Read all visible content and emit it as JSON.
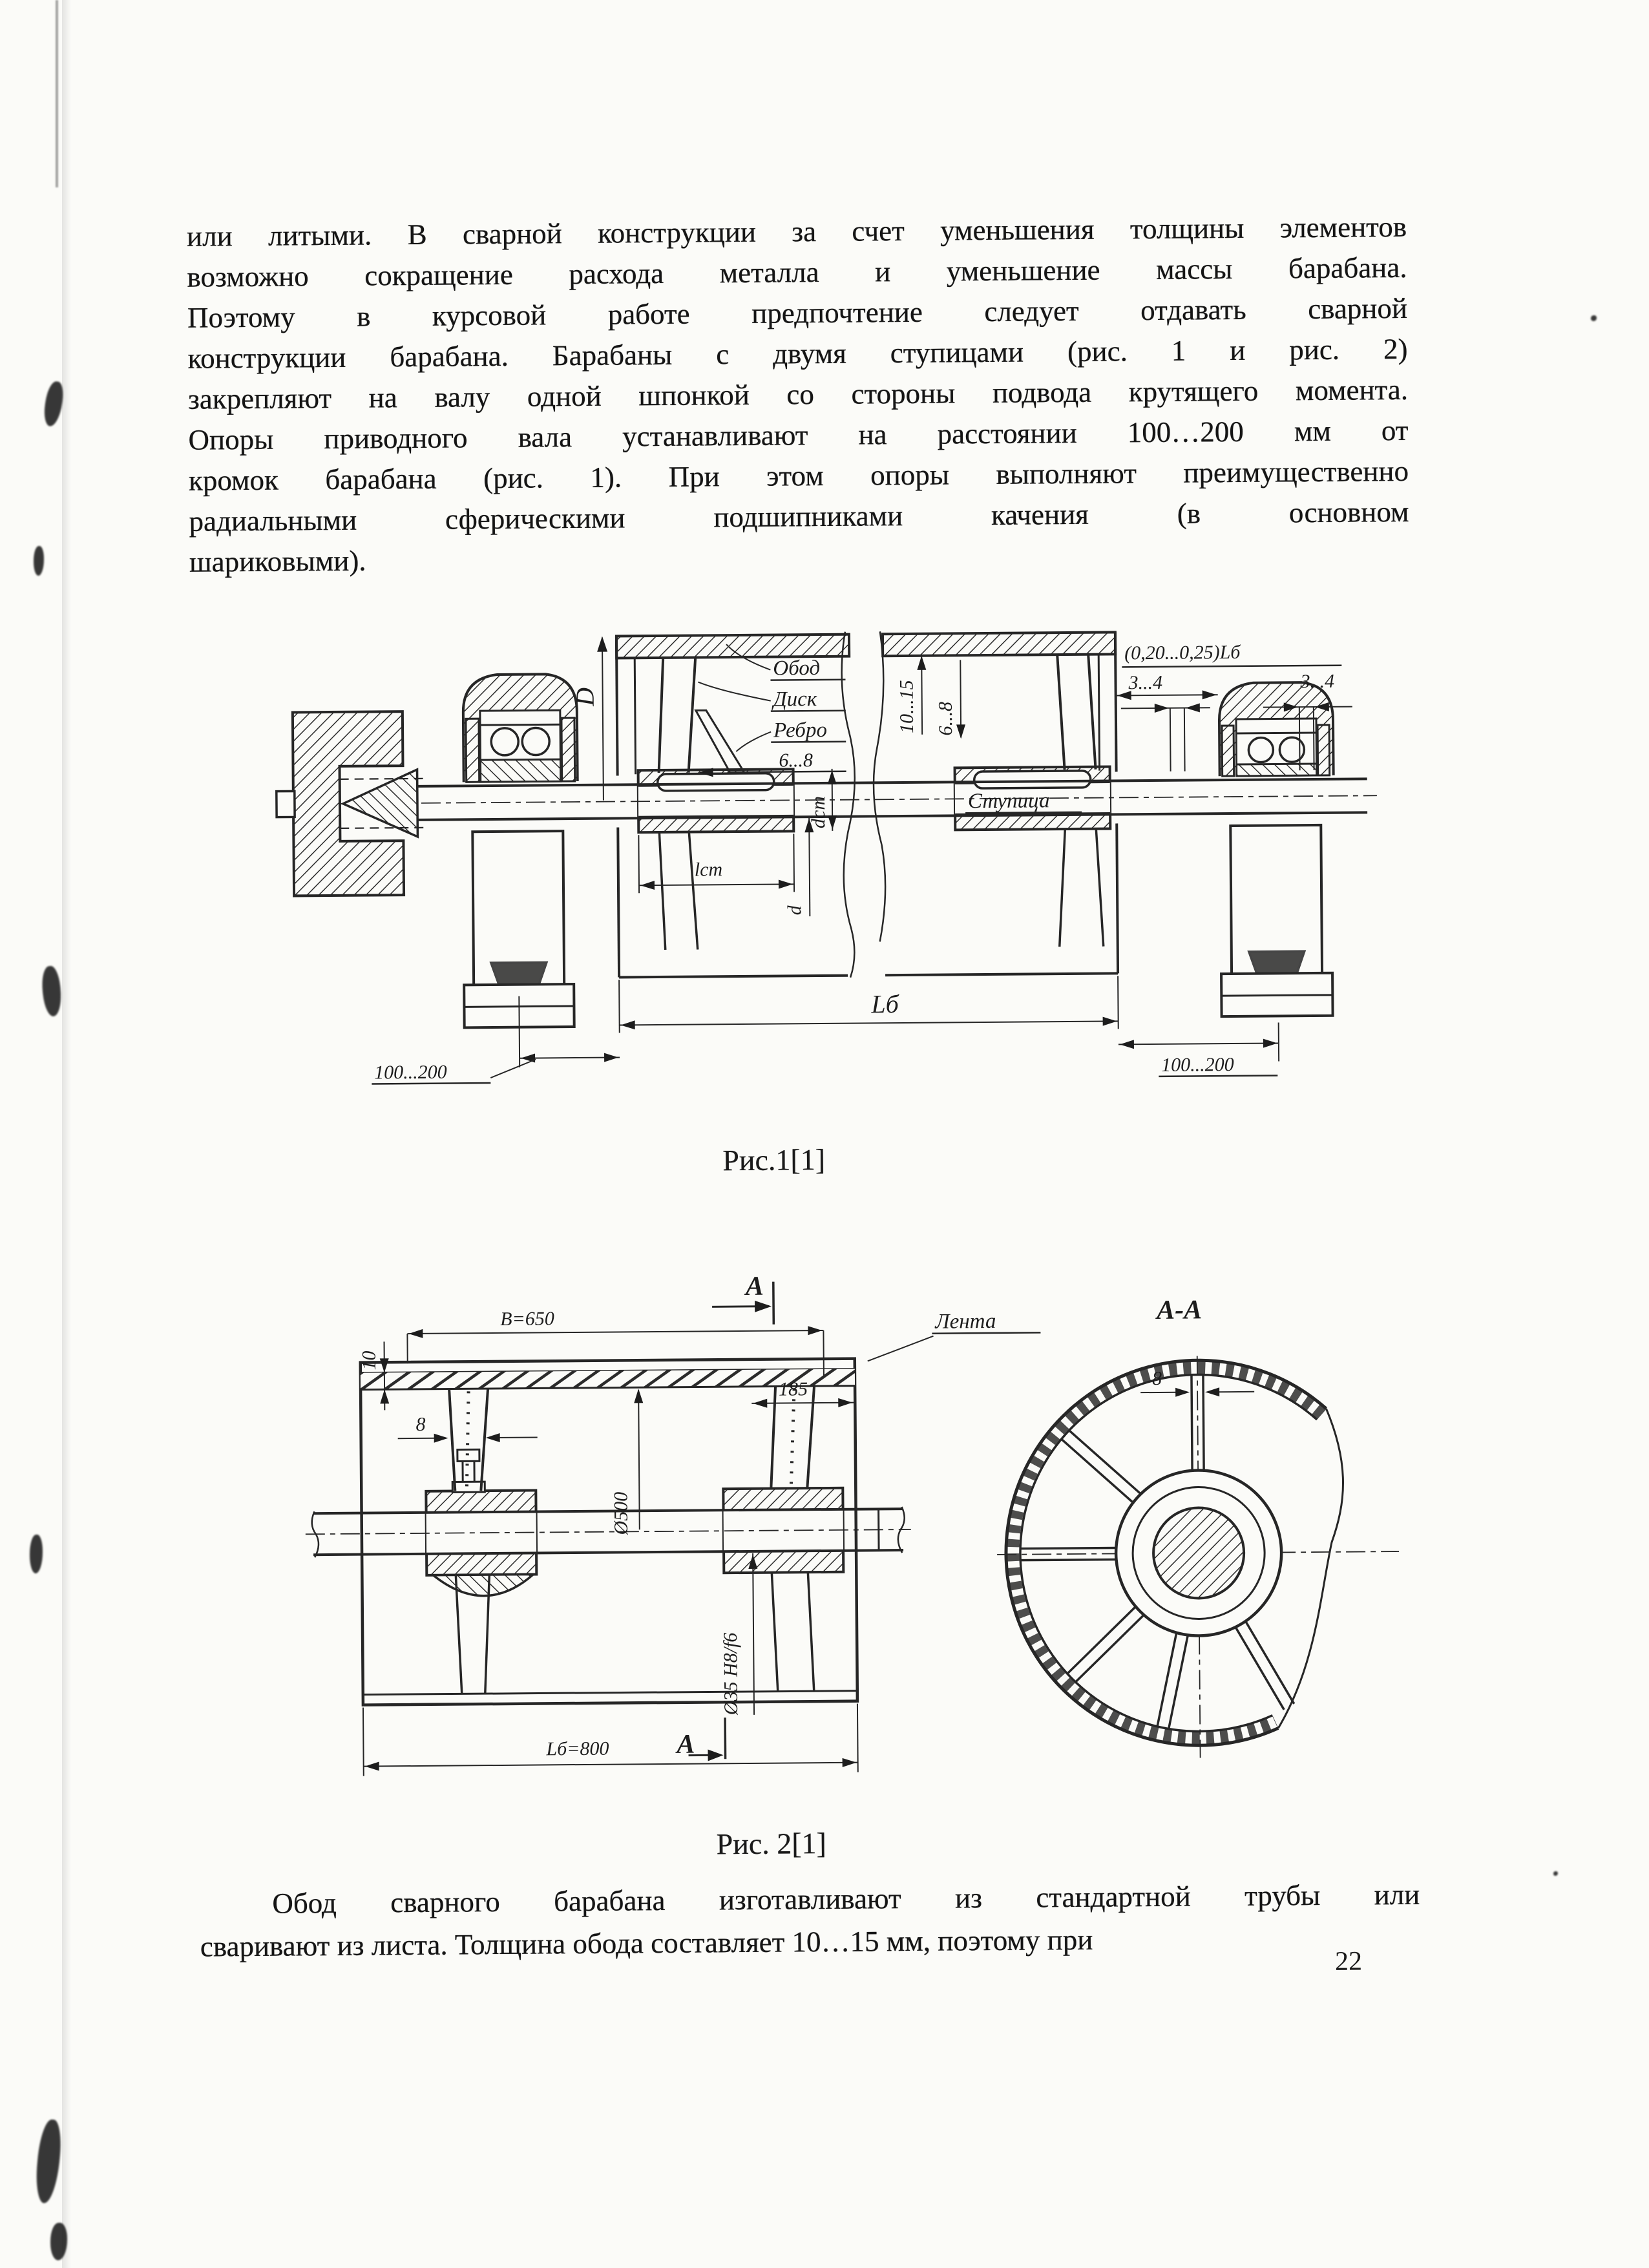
{
  "page": {
    "number": "22"
  },
  "paragraph_top": {
    "lines": [
      "или литыми. В сварной конструкции за счет уменьшения толщины элементов",
      "возможно сокращение расхода металла и уменьшение массы барабана.",
      "Поэтому в курсовой работе предпочтение следует отдавать сварной",
      "конструкции барабана. Барабаны с двумя ступицами (рис. 1 и рис. 2)",
      "закрепляют на валу одной шпонкой со стороны подвода крутящего момента.",
      "Опоры приводного вала устанавливают на расстоянии 100…200 мм от",
      "кромок барабана (рис. 1). При этом опоры выполняют преимущественно",
      "радиальными сферическими подшипниками качения (в основном",
      "шариковыми)."
    ]
  },
  "figure1": {
    "caption": "Рис.1[1]",
    "labels": {
      "obod": "Обод",
      "disk": "Диск",
      "rebro": "Ребро",
      "dim_disc": "6...8",
      "dim_rim": "10...15",
      "dim_rim_right": "6...8",
      "dim_overhang": "(0,20...0,25)Lб",
      "dim_hub_clear_left": "3...4",
      "dim_hub_clear_right": "3...4",
      "stupica": "Ступица",
      "diameter_D": "D",
      "len_hub": "lст",
      "dia_hub": "dст",
      "dia_shaft": "d",
      "len_drum": "Lб",
      "dim_support_left": "100...200",
      "dim_support_right": "100...200"
    }
  },
  "figure2": {
    "caption": "Рис. 2[1]",
    "labels": {
      "section_mark_top": "A",
      "section_mark_bottom": "A",
      "section_title": "А-А",
      "belt_width": "B=650",
      "lenta": "Лента",
      "dim_rim": "10",
      "dim_disc": "8",
      "dia_drum": "Ø500",
      "dim_hub_offset": "185",
      "fit": "Ø35 H8/f6",
      "len_drum": "Lб=800",
      "dim_rib": "8"
    }
  },
  "paragraph_bottom": {
    "lines": [
      "Обод сварного барабана изготавливают из стандартной трубы или",
      "сваривают из листа. Толщина обода составляет 10…15 мм, поэтому при"
    ]
  }
}
